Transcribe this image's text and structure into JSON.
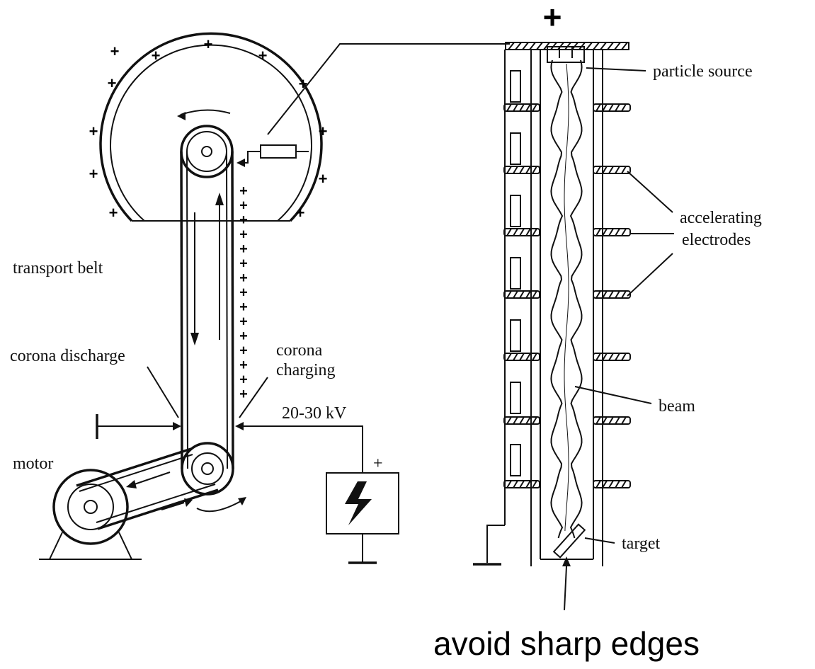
{
  "labels": {
    "top_plus": "+",
    "particle_source": "particle source",
    "accelerating_1": "accelerating",
    "accelerating_2": "electrodes",
    "beam": "beam",
    "target": "target",
    "transport_belt": "transport belt",
    "corona_discharge": "corona discharge",
    "corona_charging_1": "corona",
    "corona_charging_2": "charging",
    "voltage": "20-30 kV",
    "supply_plus": "+",
    "motor": "motor",
    "caption": "avoid sharp edges"
  },
  "charges": {
    "symbol": "+"
  },
  "colors": {
    "ink": "#111111",
    "background": "#ffffff"
  },
  "icons": {
    "power_supply": "lightning-bolt-icon",
    "ground": "ground-symbol-icon"
  }
}
